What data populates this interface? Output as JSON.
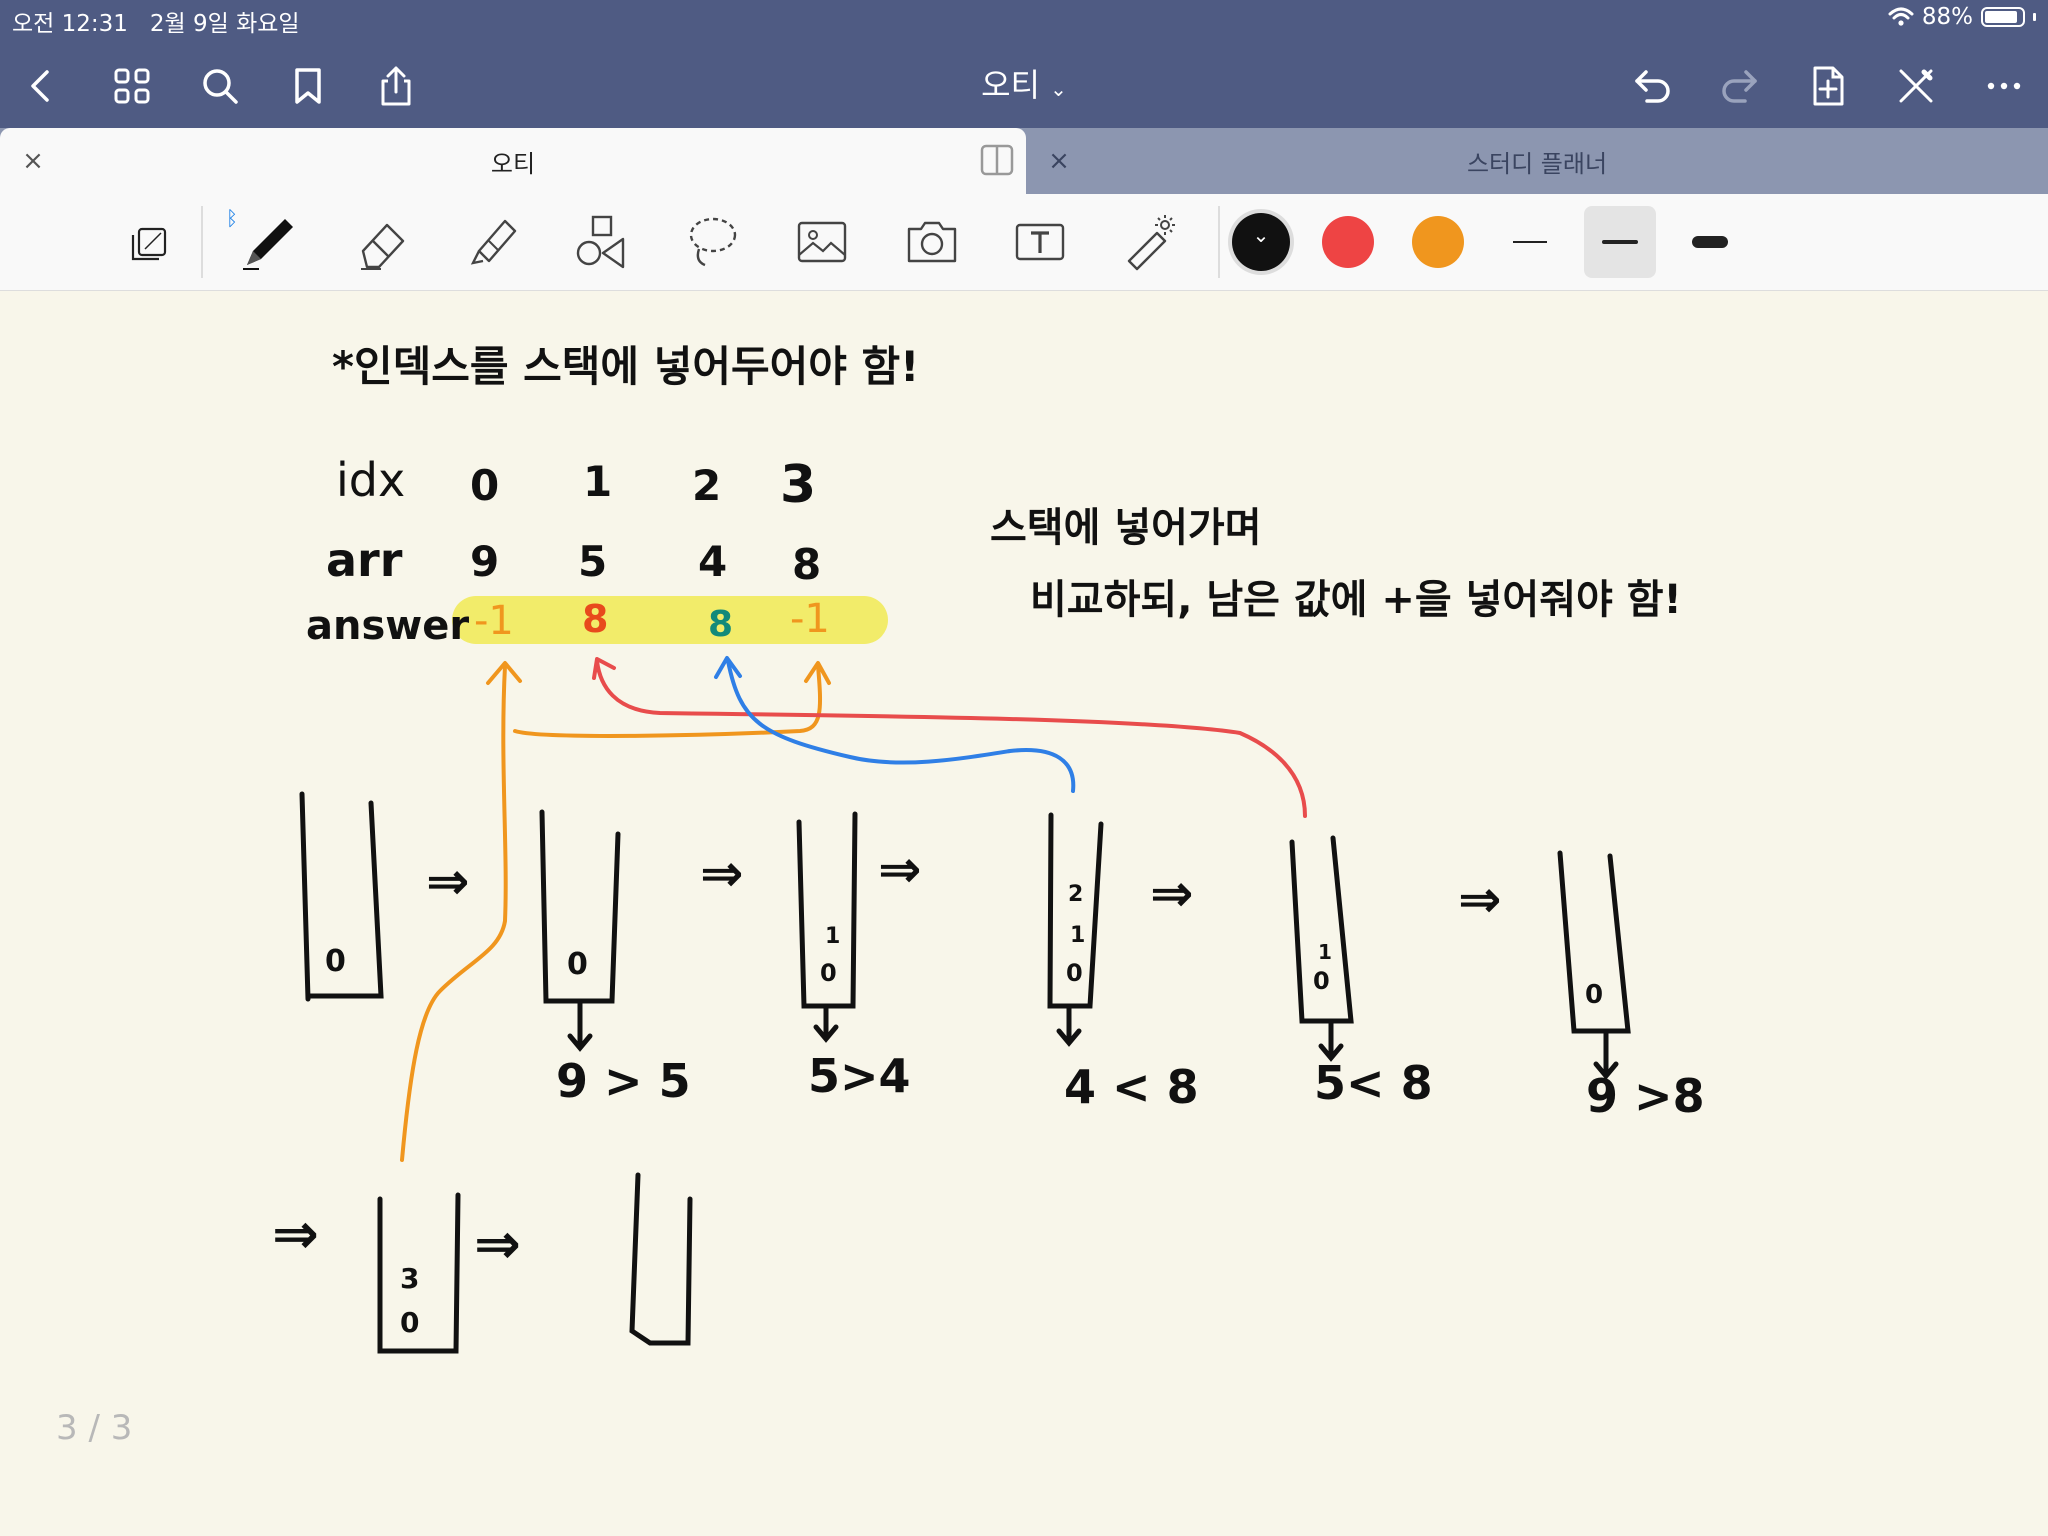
{
  "status_bar": {
    "time": "오전 12:31",
    "date": "2월 9일 화요일",
    "battery_percent": "88%",
    "battery_level": 0.88
  },
  "nav": {
    "title": "오티",
    "icons": [
      "back-icon",
      "grid-icon",
      "search-icon",
      "bookmark-icon",
      "share-icon",
      "undo-icon",
      "redo-icon",
      "add-page-icon",
      "close-pen-icon",
      "more-icon"
    ]
  },
  "tabs": [
    {
      "label": "오티",
      "active": true
    },
    {
      "label": "스터디 플래너",
      "active": false
    }
  ],
  "toolbar": {
    "tools": [
      "page-view-icon",
      "pen-icon",
      "eraser-icon",
      "highlighter-icon",
      "shapes-icon",
      "lasso-icon",
      "image-icon",
      "camera-icon",
      "text-icon",
      "laser-pointer-icon"
    ],
    "colors": [
      "#111111",
      "#ee4444",
      "#f0961e"
    ],
    "stroke_sizes": [
      "thin",
      "medium",
      "thick"
    ],
    "selected_stroke": "medium"
  },
  "note": {
    "title_note": "*인덱스를 스택에 넣어두어야 함!",
    "idx_label": "idx",
    "idx_values": [
      "0",
      "1",
      "2",
      "3"
    ],
    "arr_label": "arr",
    "arr_values": [
      "9",
      "5",
      "4",
      "8"
    ],
    "answer_label": "answer",
    "answer_values": [
      "-1",
      "8",
      "8",
      "-1"
    ],
    "side_note_1": "스택에 넣어가며",
    "side_note_2": "비교하되, 남은 값에 +을 넣어줘야 함!",
    "stack1_items": [
      "0"
    ],
    "stack2_items": [
      "0"
    ],
    "stack3_items": [
      "1",
      "0"
    ],
    "stack4_items": [
      "2",
      "1",
      "0"
    ],
    "stack5_items": [
      "1",
      "0"
    ],
    "stack6_items": [
      "0"
    ],
    "stack7_items": [
      "3",
      "0"
    ],
    "comparisons": [
      "9 > 5",
      "5>4",
      "4 < 8",
      "5< 8",
      "9 >8"
    ],
    "arrow": "⇒",
    "highlight_color": "#f2ec6a",
    "arrow_colors": {
      "orange": "#f0961e",
      "red": "#e84c4c",
      "blue": "#2f7fe6"
    }
  },
  "page_number": "3 / 3"
}
